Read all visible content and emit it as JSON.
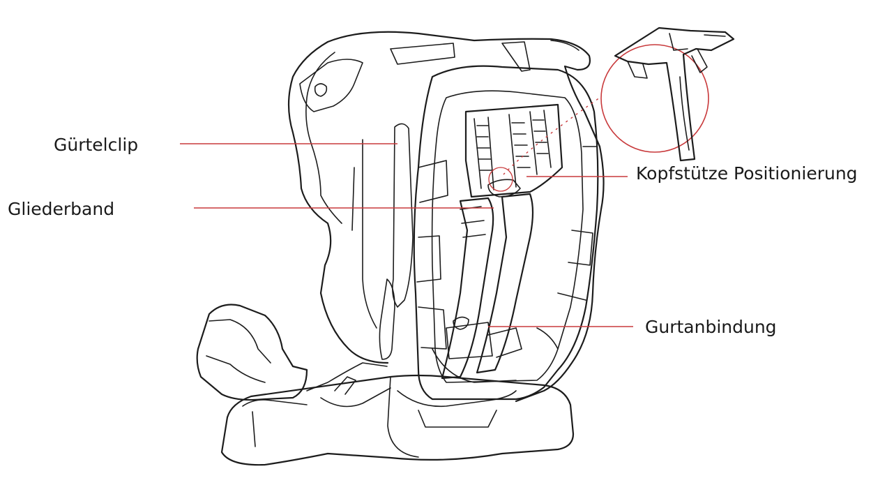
{
  "labels": {
    "belt_clip": "Gürtelclip",
    "link_band": "Gliederband",
    "headrest_positioning": "Kopfstütze Positionierung",
    "belt_attachment": "Gurtanbindung"
  },
  "colors": {
    "leader_line": "#c8393b",
    "line_art": "#1c1c1c",
    "background": "#ffffff"
  }
}
